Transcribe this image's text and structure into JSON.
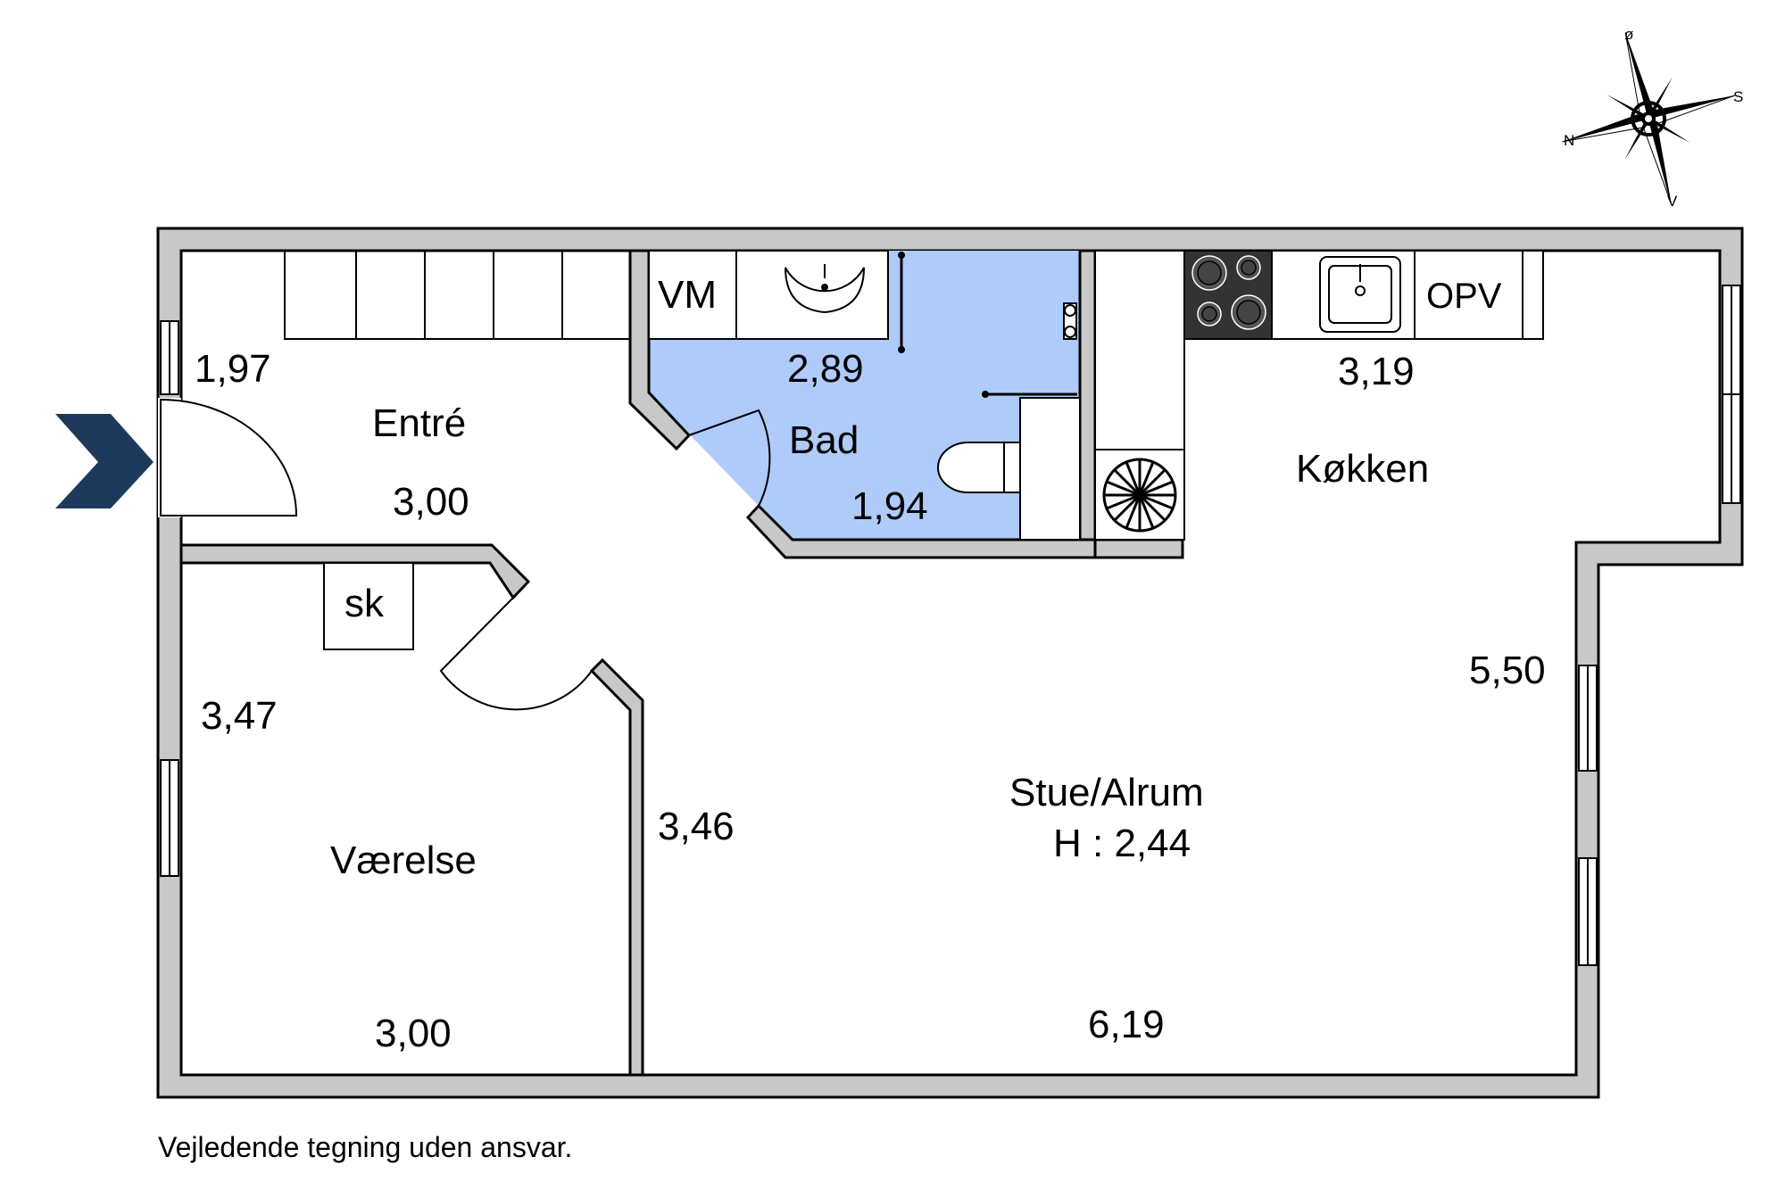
{
  "rooms": {
    "entre": "Entré",
    "bad": "Bad",
    "kokken": "Køkken",
    "vaerelse": "Værelse",
    "stue": "Stue/Alrum",
    "stue_height": "H : 2,44"
  },
  "dimensions": {
    "entre_w": "1,97",
    "entre_l": "3,00",
    "bad_w": "2,89",
    "bad_l": "1,94",
    "kokken_w": "3,19",
    "stue_side": "5,50",
    "vaerelse_l": "3,47",
    "vaerelse_w": "3,00",
    "hall_side": "3,46",
    "stue_w": "6,19"
  },
  "fixtures": {
    "washing_machine": "VM",
    "dishwasher": "OPV",
    "cabinet": "sk"
  },
  "compass": {
    "north_up": "ø",
    "east": "S",
    "west": "N",
    "south": "V"
  },
  "colors": {
    "wall": "#c8c8c8",
    "bathroom": "#aecbfa",
    "entry_arrow": "#1d3a5c"
  },
  "disclaimer": "Vejledende tegning uden ansvar."
}
